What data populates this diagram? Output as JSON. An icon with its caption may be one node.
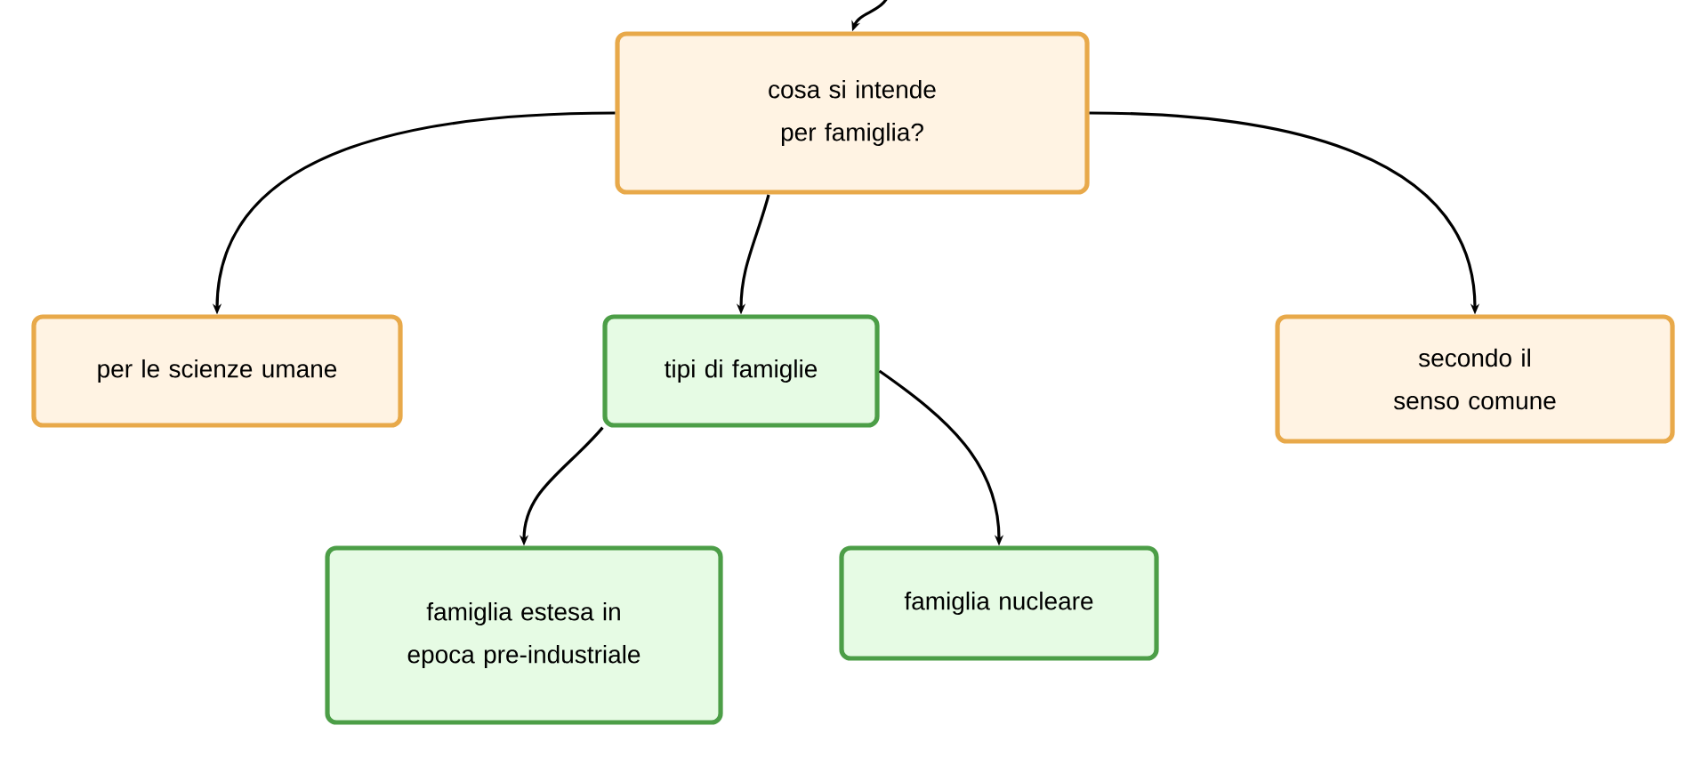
{
  "diagram": {
    "nodes": [
      {
        "text": [
          "cosa si intende per famiglia?"
        ]
      },
      {
        "text": [
          "per le scienze umane"
        ]
      },
      {
        "text": [
          "tipi di famiglie"
        ]
      },
      {
        "text": [
          "secondo il senso comune"
        ]
      },
      {
        "text": [
          "famiglia estesa in epoca pre-industriale"
        ]
      },
      {
        "text": [
          "famiglia nucleare"
        ]
      }
    ],
    "edges": [
      {
        "from": null,
        "to": 0,
        "arrow": "to"
      },
      {
        "from": 0,
        "to": 1,
        "arrow": "to"
      },
      {
        "from": 0,
        "to": 2,
        "arrow": "to"
      },
      {
        "from": 0,
        "to": 3,
        "arrow": "to"
      },
      {
        "from": 2,
        "to": 4,
        "arrow": "to"
      },
      {
        "from": 2,
        "to": 5,
        "arrow": "to"
      }
    ]
  }
}
